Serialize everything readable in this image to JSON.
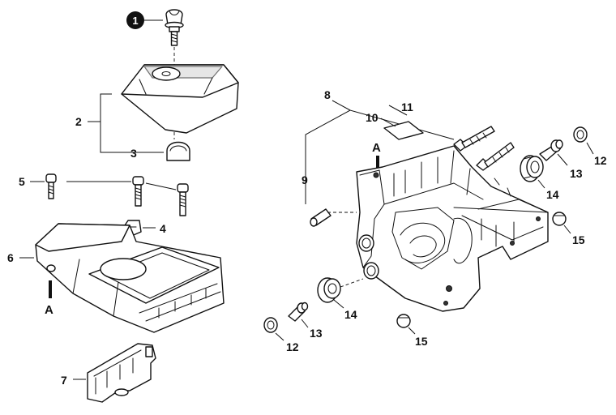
{
  "labels": {
    "n1": "1",
    "n2": "2",
    "n3": "3",
    "n4": "4",
    "n5": "5",
    "n6": "6",
    "n7": "7",
    "n8": "8",
    "n9": "9",
    "n10": "10",
    "n11": "11",
    "n12a": "12",
    "n12b": "12",
    "n13a": "13",
    "n13b": "13",
    "n14a": "14",
    "n14b": "14",
    "n15a": "15",
    "n15b": "15",
    "a_left": "A",
    "a_right": "A"
  },
  "colors": {
    "ink": "#111111",
    "shade": "#d6d6d6",
    "paper": "#ffffff"
  },
  "icons": {
    "badge": "filled-circle-number"
  }
}
